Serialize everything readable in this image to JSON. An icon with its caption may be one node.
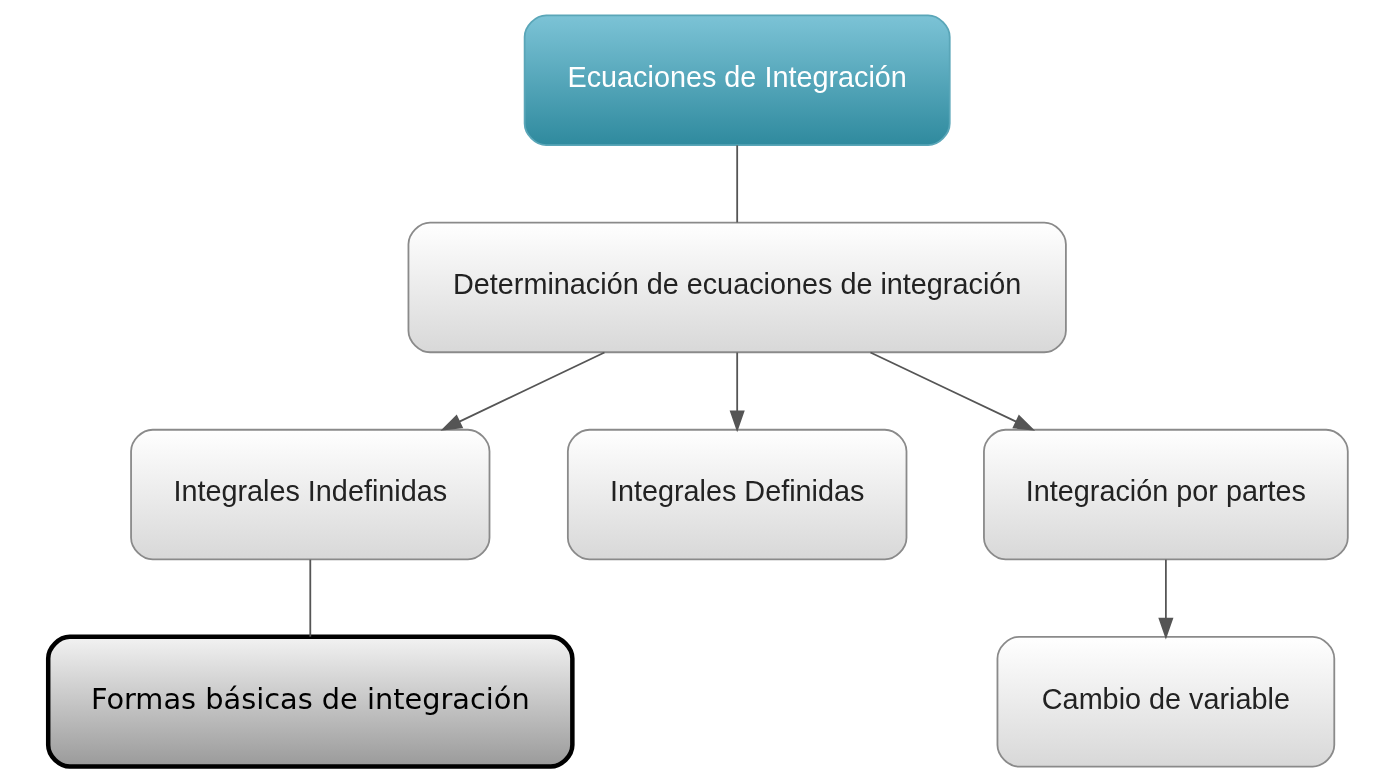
{
  "diagram": {
    "nodes": [
      {
        "text": [
          "Ecuaciones de Integración"
        ]
      },
      {
        "text": [
          "Determinación de ecuaciones de integración"
        ]
      },
      {
        "text": [
          "Integrales Indefinidas"
        ]
      },
      {
        "text": [
          "Integrales Definidas"
        ]
      },
      {
        "text": [
          "Integración por partes"
        ]
      },
      {
        "text": [
          "Formas básicas de integración"
        ]
      },
      {
        "text": [
          "Cambio de variable"
        ]
      }
    ],
    "edges": [
      {
        "from": 0,
        "to": 1,
        "arrow": "none"
      },
      {
        "from": 1,
        "to": 2,
        "arrow": "to"
      },
      {
        "from": 1,
        "to": 3,
        "arrow": "to"
      },
      {
        "from": 1,
        "to": 4,
        "arrow": "to"
      },
      {
        "from": 2,
        "to": 5,
        "arrow": "none"
      },
      {
        "from": 4,
        "to": 6,
        "arrow": "to"
      }
    ]
  }
}
